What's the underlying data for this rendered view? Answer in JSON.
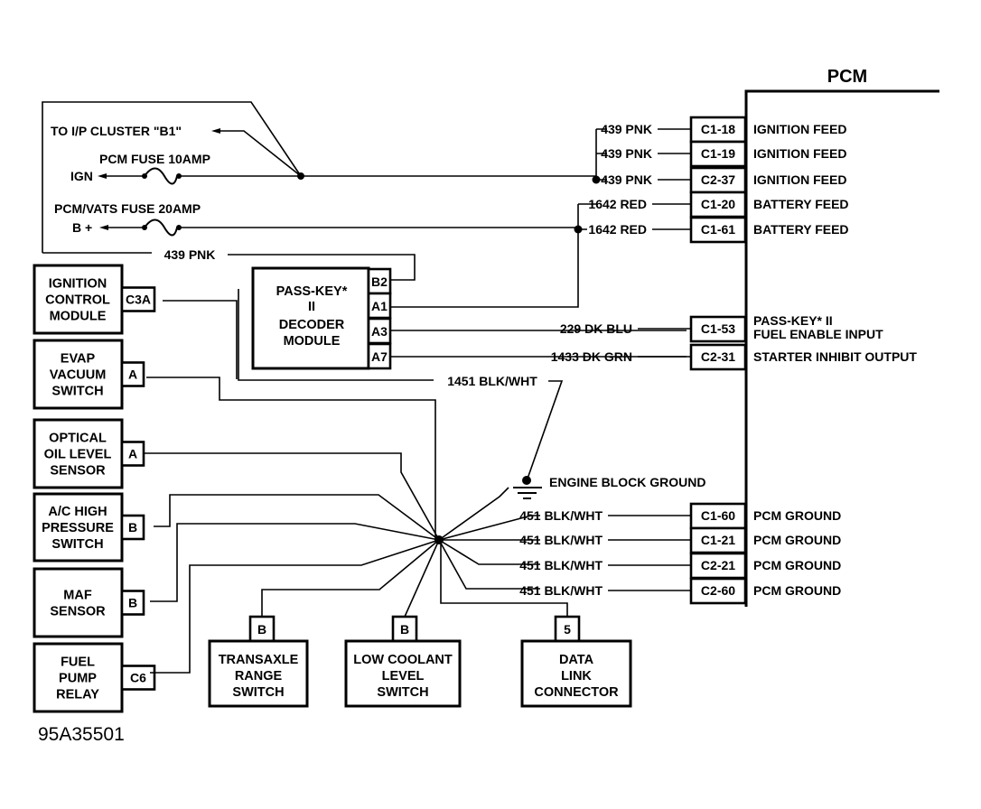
{
  "title": "PCM",
  "figure_id": "95A35501",
  "power": {
    "ip_cluster": "TO I/P CLUSTER \"B1\"",
    "pcm_fuse": "PCM FUSE 10AMP",
    "ign": "IGN",
    "vats_fuse": "PCM/VATS FUSE 20AMP",
    "batt": "B +",
    "loop_wire": "439 PNK"
  },
  "pcm_pins": [
    {
      "wire": "439 PNK",
      "pin": "C1-18",
      "function": "IGNITION FEED"
    },
    {
      "wire": "439 PNK",
      "pin": "C1-19",
      "function": "IGNITION FEED"
    },
    {
      "wire": "439 PNK",
      "pin": "C2-37",
      "function": "IGNITION FEED"
    },
    {
      "wire": "1642 RED",
      "pin": "C1-20",
      "function": "BATTERY FEED"
    },
    {
      "wire": "1642 RED",
      "pin": "C1-61",
      "function": "BATTERY FEED"
    },
    {
      "wire": "229 DK BLU",
      "pin": "C1-53",
      "function": "PASS-KEY* II",
      "function2": "FUEL ENABLE INPUT"
    },
    {
      "wire": "1433 DK GRN",
      "pin": "C2-31",
      "function": "STARTER INHIBIT OUTPUT"
    },
    {
      "wire": "451 BLK/WHT",
      "pin": "C1-60",
      "function": "PCM GROUND"
    },
    {
      "wire": "451 BLK/WHT",
      "pin": "C1-21",
      "function": "PCM GROUND"
    },
    {
      "wire": "451 BLK/WHT",
      "pin": "C2-21",
      "function": "PCM GROUND"
    },
    {
      "wire": "451 BLK/WHT",
      "pin": "C2-60",
      "function": "PCM GROUND"
    }
  ],
  "decoder": {
    "lines": [
      "PASS-KEY*",
      "II",
      "DECODER",
      "MODULE"
    ],
    "pins": [
      "B2",
      "A1",
      "A3",
      "A7"
    ]
  },
  "ground": {
    "wire": "1451 BLK/WHT",
    "label": "ENGINE BLOCK GROUND"
  },
  "left_components": [
    {
      "lines": [
        "IGNITION",
        "CONTROL",
        "MODULE"
      ],
      "pin": "C3A"
    },
    {
      "lines": [
        "EVAP",
        "VACUUM",
        "SWITCH"
      ],
      "pin": "A"
    },
    {
      "lines": [
        "OPTICAL",
        "OIL LEVEL",
        "SENSOR"
      ],
      "pin": "A"
    },
    {
      "lines": [
        "A/C HIGH",
        "PRESSURE",
        "SWITCH"
      ],
      "pin": "B"
    },
    {
      "lines": [
        "MAF",
        "SENSOR"
      ],
      "pin": "B"
    },
    {
      "lines": [
        "FUEL",
        "PUMP",
        "RELAY"
      ],
      "pin": "C6"
    }
  ],
  "bottom_components": [
    {
      "lines": [
        "TRANSAXLE",
        "RANGE",
        "SWITCH"
      ],
      "pin": "B"
    },
    {
      "lines": [
        "LOW COOLANT",
        "LEVEL",
        "SWITCH"
      ],
      "pin": "B"
    },
    {
      "lines": [
        "DATA",
        "LINK",
        "CONNECTOR"
      ],
      "pin": "5"
    }
  ]
}
